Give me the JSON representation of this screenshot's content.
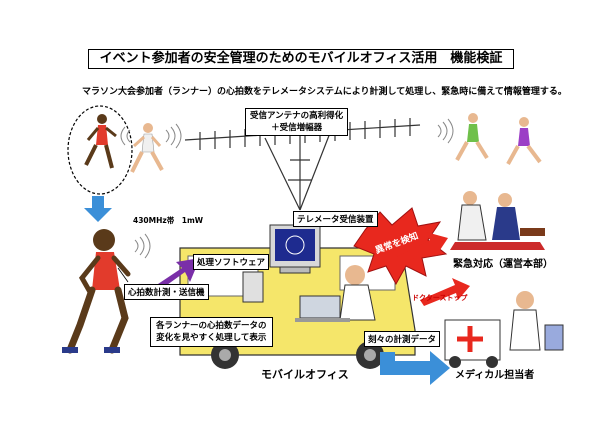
{
  "title": "イベント参加者の安全管理のためのモバイルオフィス活用　機能検証",
  "subtitle": "マラソン大会参加者（ランナー）の心拍数をテレメータシステムにより計測して処理し、緊急時に備えて情報管理する。",
  "labels": {
    "antenna": "受信アンテナの高利得化\n＋受信増幅器",
    "frequency": "430MHz帯　1mW",
    "telemeter_receiver": "テレメータ受信装置",
    "software": "処理ソフトウェア",
    "heart_rate_meter": "心拍数計測・送信機",
    "display_note": "各ランナーの心拍数データの\n変化を見やすく処理して表示",
    "mobile_office": "モバイルオフィス",
    "anomaly": "異常を検知",
    "emergency": "緊急対応（運営本部）",
    "doctor_stop": "ドクターストップ",
    "realtime_data": "刻々の計測データ",
    "medical_staff": "メディカル担当者"
  },
  "colors": {
    "arrow_blue": "#3b8fd8",
    "arrow_red": "#e8281e",
    "burst_red": "#e8281e",
    "van_yellow": "#f5e66a",
    "screen_blue": "#1e2b8f"
  }
}
